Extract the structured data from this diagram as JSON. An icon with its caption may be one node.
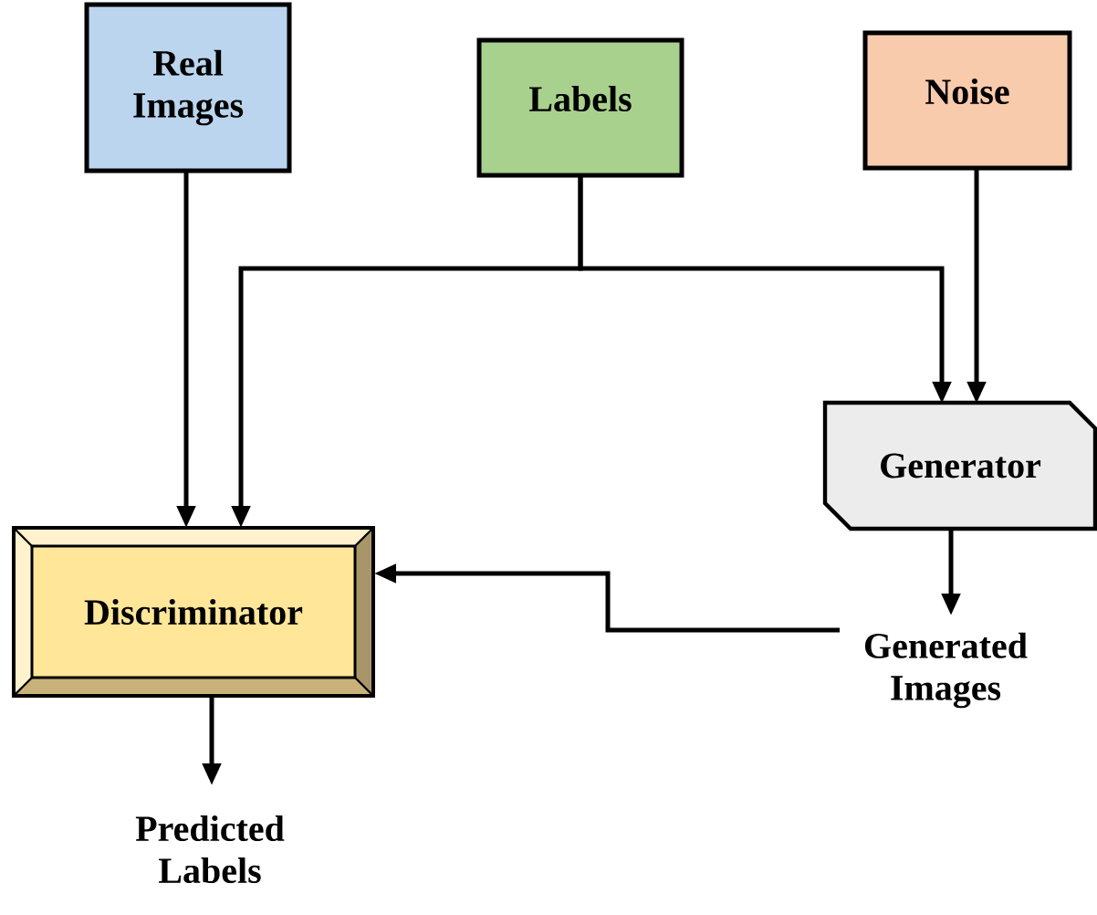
{
  "diagram": {
    "nodes": [
      {
        "text": [
          "Real Images"
        ]
      },
      {
        "text": [
          "Labels"
        ]
      },
      {
        "text": [
          "Noise"
        ]
      },
      {
        "text": [
          "Generator"
        ]
      },
      {
        "text": [
          "Discriminator"
        ]
      },
      {
        "text": [
          "Generated Images"
        ]
      },
      {
        "text": [
          "Predicted Labels"
        ]
      }
    ],
    "edges": [
      {
        "from": 0,
        "to": 4,
        "arrow": "to"
      },
      {
        "from": 1,
        "to": 4,
        "arrow": "to"
      },
      {
        "from": 1,
        "to": 3,
        "arrow": "to"
      },
      {
        "from": 2,
        "to": 3,
        "arrow": "to"
      },
      {
        "from": 3,
        "to": 5,
        "arrow": "to"
      },
      {
        "from": 5,
        "to": 4,
        "arrow": "to"
      },
      {
        "from": 4,
        "to": 6,
        "arrow": "to"
      }
    ]
  }
}
